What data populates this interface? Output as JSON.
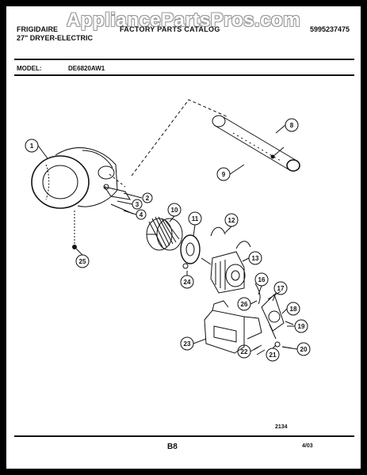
{
  "watermark": "AppliancePartsPros.com",
  "header": {
    "brand": "FRIGIDAIRE",
    "catalog": "FACTORY PARTS CATALOG",
    "part_number": "5995237475",
    "subtitle": "27\" DRYER-ELECTRIC"
  },
  "model": {
    "label": "MODEL:",
    "value": "DE6820AW1"
  },
  "diagram": {
    "callouts": [
      "1",
      "2",
      "3",
      "4",
      "8",
      "9",
      "10",
      "11",
      "12",
      "13",
      "16",
      "17",
      "18",
      "19",
      "20",
      "21",
      "22",
      "23",
      "24",
      "25",
      "26"
    ]
  },
  "footer": {
    "code": "2134",
    "page": "B8",
    "date": "4/03"
  },
  "colors": {
    "background": "#000000",
    "paper": "#ffffff",
    "ink": "#111111",
    "watermark_outline": "#9a9a9a"
  }
}
